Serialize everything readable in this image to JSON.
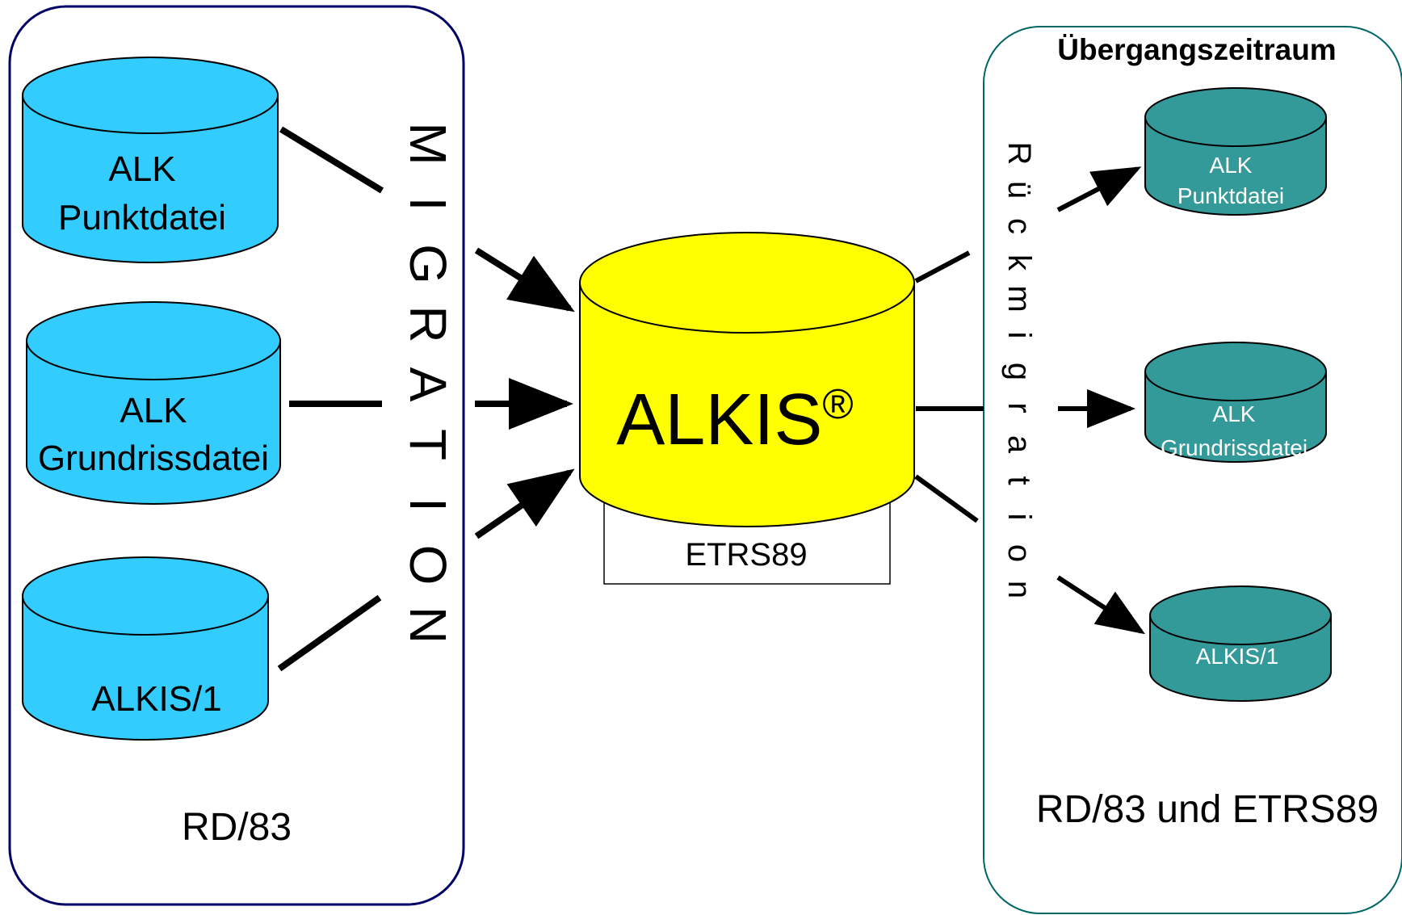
{
  "colors": {
    "left_cylinder_fill": "#33CCFF",
    "right_cylinder_fill": "#339999",
    "center_cylinder_fill": "#FFFF00",
    "left_frame_stroke": "#000066",
    "right_frame_stroke": "#006666",
    "arrow": "#000000"
  },
  "left_group": {
    "cylinders": [
      {
        "line1": "ALK",
        "line2": "Punktdatei"
      },
      {
        "line1": "ALK",
        "line2": "Grundrissdatei"
      },
      {
        "line1": "ALKIS/1",
        "line2": ""
      }
    ],
    "footer": "RD/83",
    "vertical_label": [
      "M",
      "I",
      "G",
      "R",
      "A",
      "T",
      "I",
      "O",
      "N"
    ]
  },
  "center": {
    "label": "ALKIS",
    "reg_mark": "®",
    "box_label": "ETRS89"
  },
  "right_group": {
    "title": "Übergangszeitraum",
    "cylinders": [
      {
        "line1": "ALK",
        "line2": "Punktdatei"
      },
      {
        "line1": "ALK",
        "line2": "Grundrissdatei"
      },
      {
        "line1": "ALKIS/1",
        "line2": ""
      }
    ],
    "footer": "RD/83 und ETRS89",
    "vertical_label": [
      "R",
      "ü",
      "c",
      "k",
      "m",
      "i",
      "g",
      "r",
      "a",
      "t",
      "i",
      "o",
      "n"
    ]
  }
}
